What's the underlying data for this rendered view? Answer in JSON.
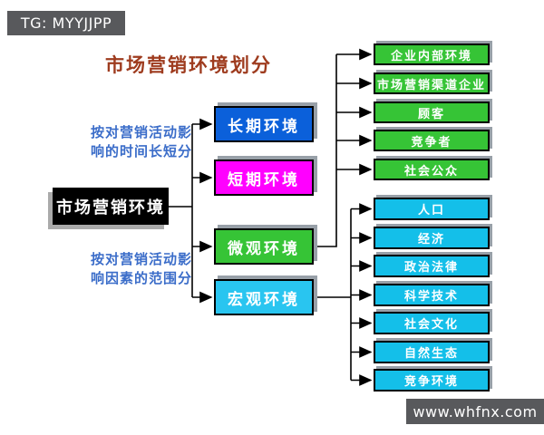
{
  "watermark_top": {
    "label": "TG: MYYJJPP"
  },
  "watermark_bottom": {
    "label": "www.whfnx.com"
  },
  "title": "市场营销环境划分",
  "root": {
    "label": "市场营销环境",
    "bg": "#000000"
  },
  "criteria": {
    "time": {
      "line1": "按对营销活动影",
      "line2": "响的时间长短分"
    },
    "scope": {
      "line1": "按对营销活动影",
      "line2": "响因素的范围分"
    }
  },
  "mid_nodes": [
    {
      "label": "长期环境",
      "bg": "#0b60da"
    },
    {
      "label": "短期环境",
      "bg": "#ff00ff"
    },
    {
      "label": "微观环境",
      "bg": "#36c436"
    },
    {
      "label": "宏观环境",
      "bg": "#29c5f0"
    }
  ],
  "micro_children": {
    "bg": "#36c436",
    "items": [
      "企业内部环境",
      "市场营销渠道企业",
      "顾客",
      "竞争者",
      "社会公众"
    ]
  },
  "macro_children": {
    "bg": "#14bfe9",
    "items": [
      "人口",
      "经济",
      "政治法律",
      "科学技术",
      "社会文化",
      "自然生态",
      "竞争环境"
    ]
  },
  "colors": {
    "title": "#9e3b1e",
    "criteria_text": "#3b6dc9",
    "connector": "#000000",
    "watermark_bg": "#58595c"
  }
}
